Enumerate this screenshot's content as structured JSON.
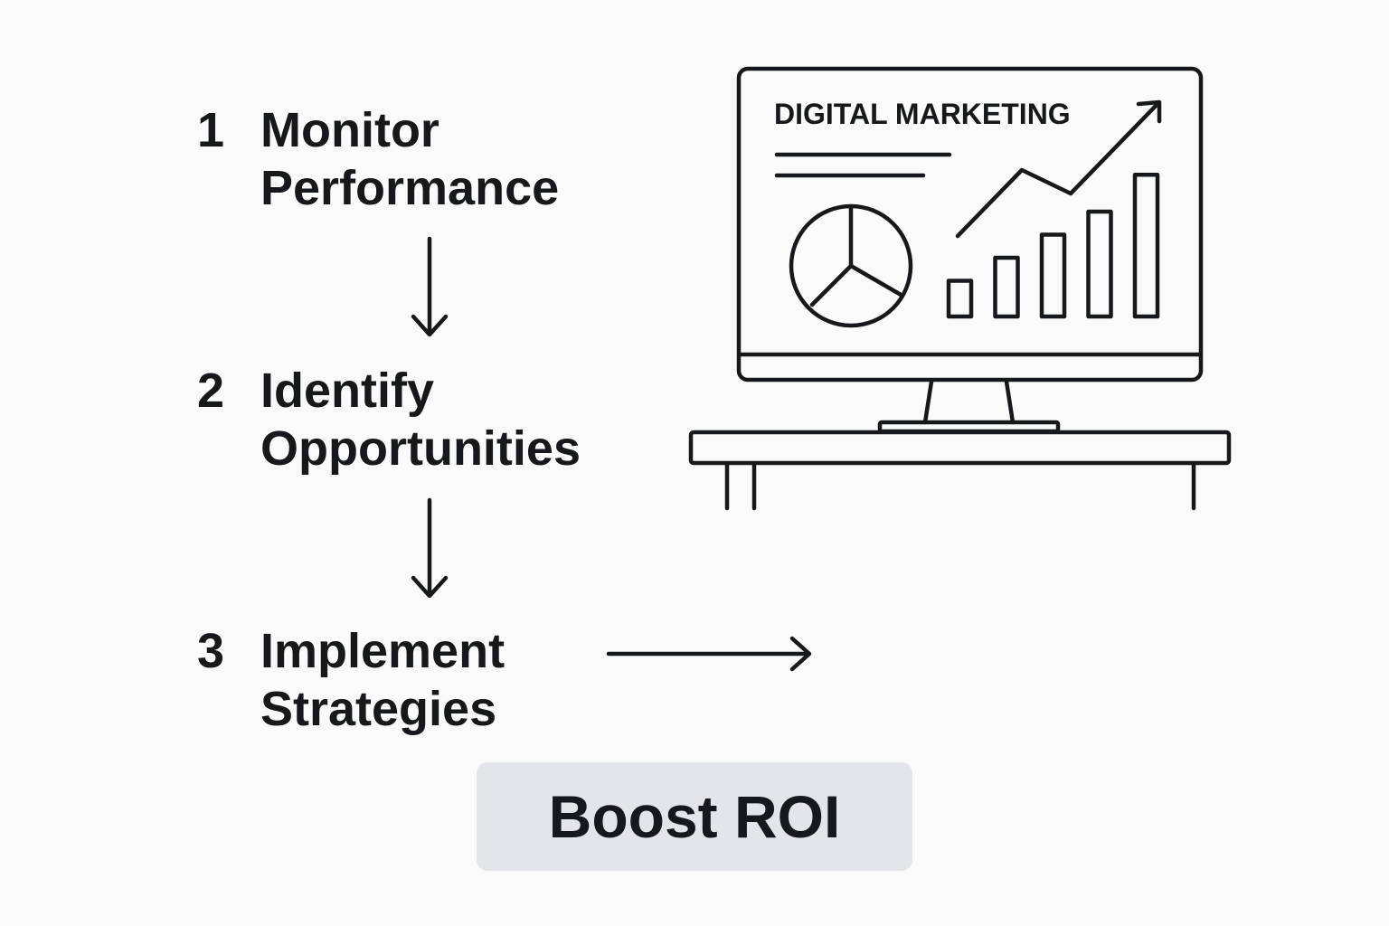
{
  "steps": [
    {
      "number": "1",
      "label": "Monitor\nPerformance"
    },
    {
      "number": "2",
      "label": "Identify\nOpportunities"
    },
    {
      "number": "3",
      "label": "Implement\nStrategies"
    }
  ],
  "outcome": {
    "label": "Boost ROI"
  },
  "monitor": {
    "title": "DIGITAL MARKETING",
    "bar_chart": {
      "values": [
        1,
        2,
        3,
        4,
        5.6
      ]
    },
    "pie_chart": {
      "slices": 3
    }
  },
  "colors": {
    "ink": "#17181b",
    "background": "#fafafa",
    "outcome_bg": "#e4e5e8"
  }
}
